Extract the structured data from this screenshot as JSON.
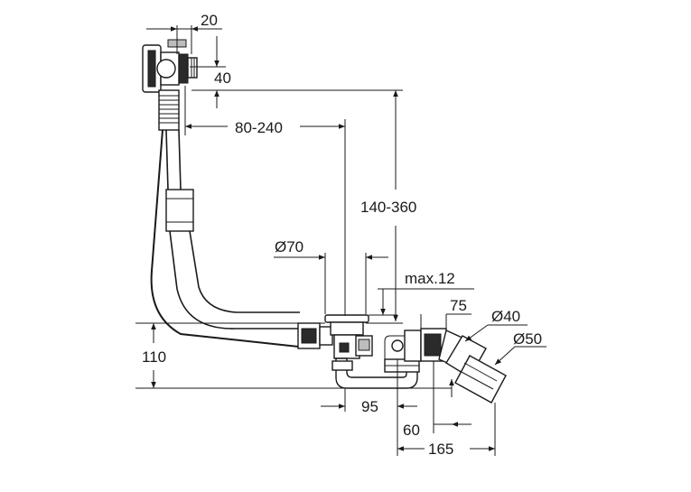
{
  "dimensions": {
    "d20": "20",
    "d40": "40",
    "d80_240": "80-240",
    "d140_360": "140-360",
    "dia70": "Ø70",
    "max12": "max.12",
    "d75": "75",
    "dia40": "Ø40",
    "dia50": "Ø50",
    "d110": "110",
    "d95": "95",
    "d60": "60",
    "d165": "165"
  },
  "icons": {
    "overflow": "overflow-head-icon",
    "drain": "drain-valve-icon",
    "trap": "siphon-trap-icon",
    "elbow": "outlet-elbow-icon"
  }
}
